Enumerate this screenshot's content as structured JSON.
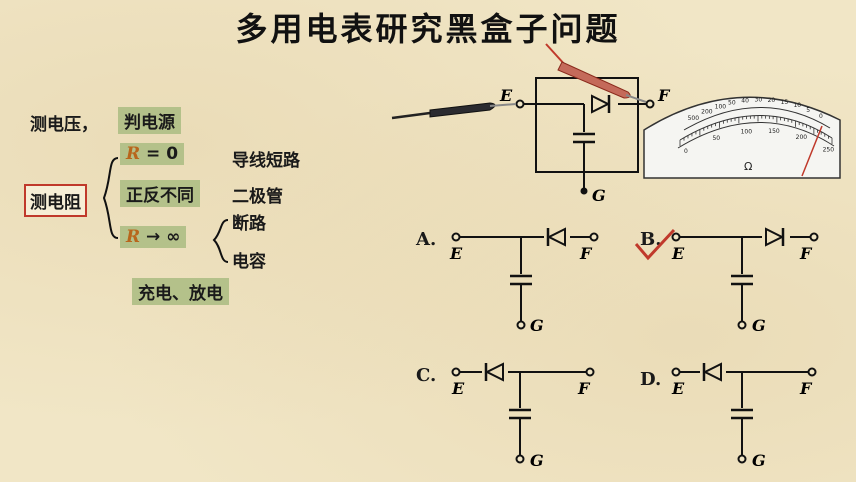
{
  "title": "多用电表研究黑盒子问题",
  "left": {
    "measure_voltage": "测电压，",
    "judge_source": "判电源",
    "measure_resistance": "测电阻",
    "r_zero_sym": "R",
    "r_zero_rest": " = 0",
    "short_circuit": "导线短路",
    "fwd_rev_diff": "正反不同",
    "diode": "二极管",
    "r_inf_sym": "R",
    "r_inf_rest": " → ∞",
    "open_circuit": "断路",
    "capacitor": "电容",
    "charge_discharge": "充电、放电"
  },
  "circuit": {
    "E": "E",
    "F": "F",
    "G": "G"
  },
  "meter": {
    "unit": "Ω",
    "top_scale": [
      "500",
      "200",
      "100",
      "50",
      "40",
      "30",
      "20",
      "15",
      "10",
      "5",
      "0"
    ],
    "bottom_scale": [
      "0",
      "50",
      "100",
      "150",
      "200",
      "250"
    ]
  },
  "options": [
    {
      "label": "A.",
      "E": "E",
      "F": "F",
      "G": "G"
    },
    {
      "label": "B.",
      "E": "E",
      "F": "F",
      "G": "G"
    },
    {
      "label": "C.",
      "E": "E",
      "F": "F",
      "G": "G"
    },
    {
      "label": "D.",
      "E": "E",
      "F": "F",
      "G": "G"
    }
  ],
  "colors": {
    "accent_red": "#c0392b",
    "highlight": "#b4c18a",
    "r_symbol": "#b8661c"
  }
}
